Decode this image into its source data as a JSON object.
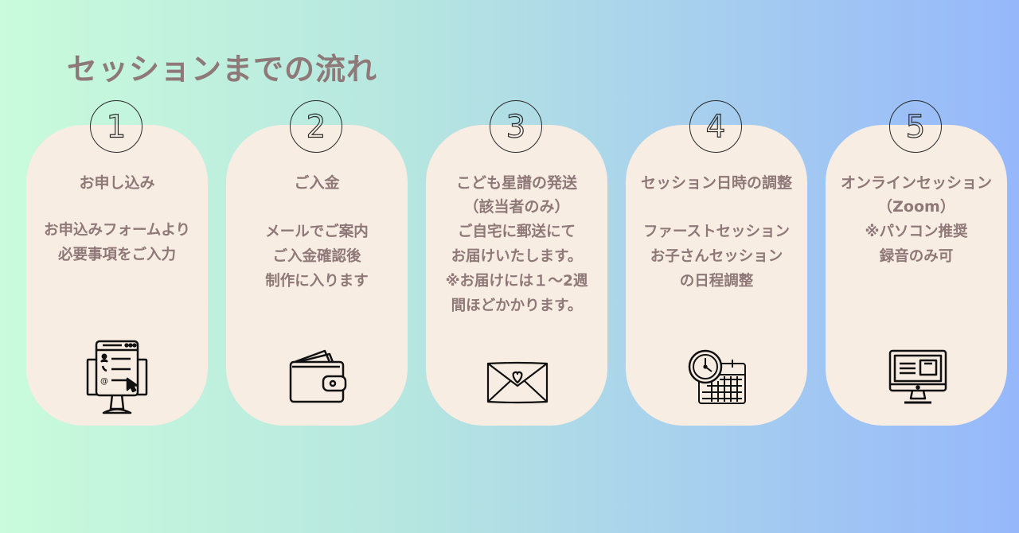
{
  "title": "セッションまでの流れ",
  "steps": [
    {
      "number": "1",
      "heading": "お申し込み",
      "body": "お申込みフォームより\n必要事項をご入力",
      "icon": "form-monitor-icon"
    },
    {
      "number": "2",
      "heading": "ご入金",
      "body": "メールでご案内\nご入金確認後\n制作に入ります",
      "icon": "wallet-icon"
    },
    {
      "number": "3",
      "heading": "こども星譜の発送\n（該当者のみ）",
      "body": "ご自宅に郵送にて\nお届けいたします。\n※お届けには１〜2週\n間ほどかかります。",
      "icon": "envelope-heart-icon"
    },
    {
      "number": "4",
      "heading": "セッション日時の調整",
      "body": "ファーストセッション\nお子さんセッション\nの日程調整",
      "icon": "clock-calendar-icon"
    },
    {
      "number": "5",
      "heading": "オンラインセッション\n（Zoom）",
      "body": "※パソコン推奨\n録音のみ可",
      "icon": "computer-icon"
    }
  ],
  "colors": {
    "text": "#8e7878",
    "card": "#f8ede3",
    "line": "#2a2a2a"
  }
}
